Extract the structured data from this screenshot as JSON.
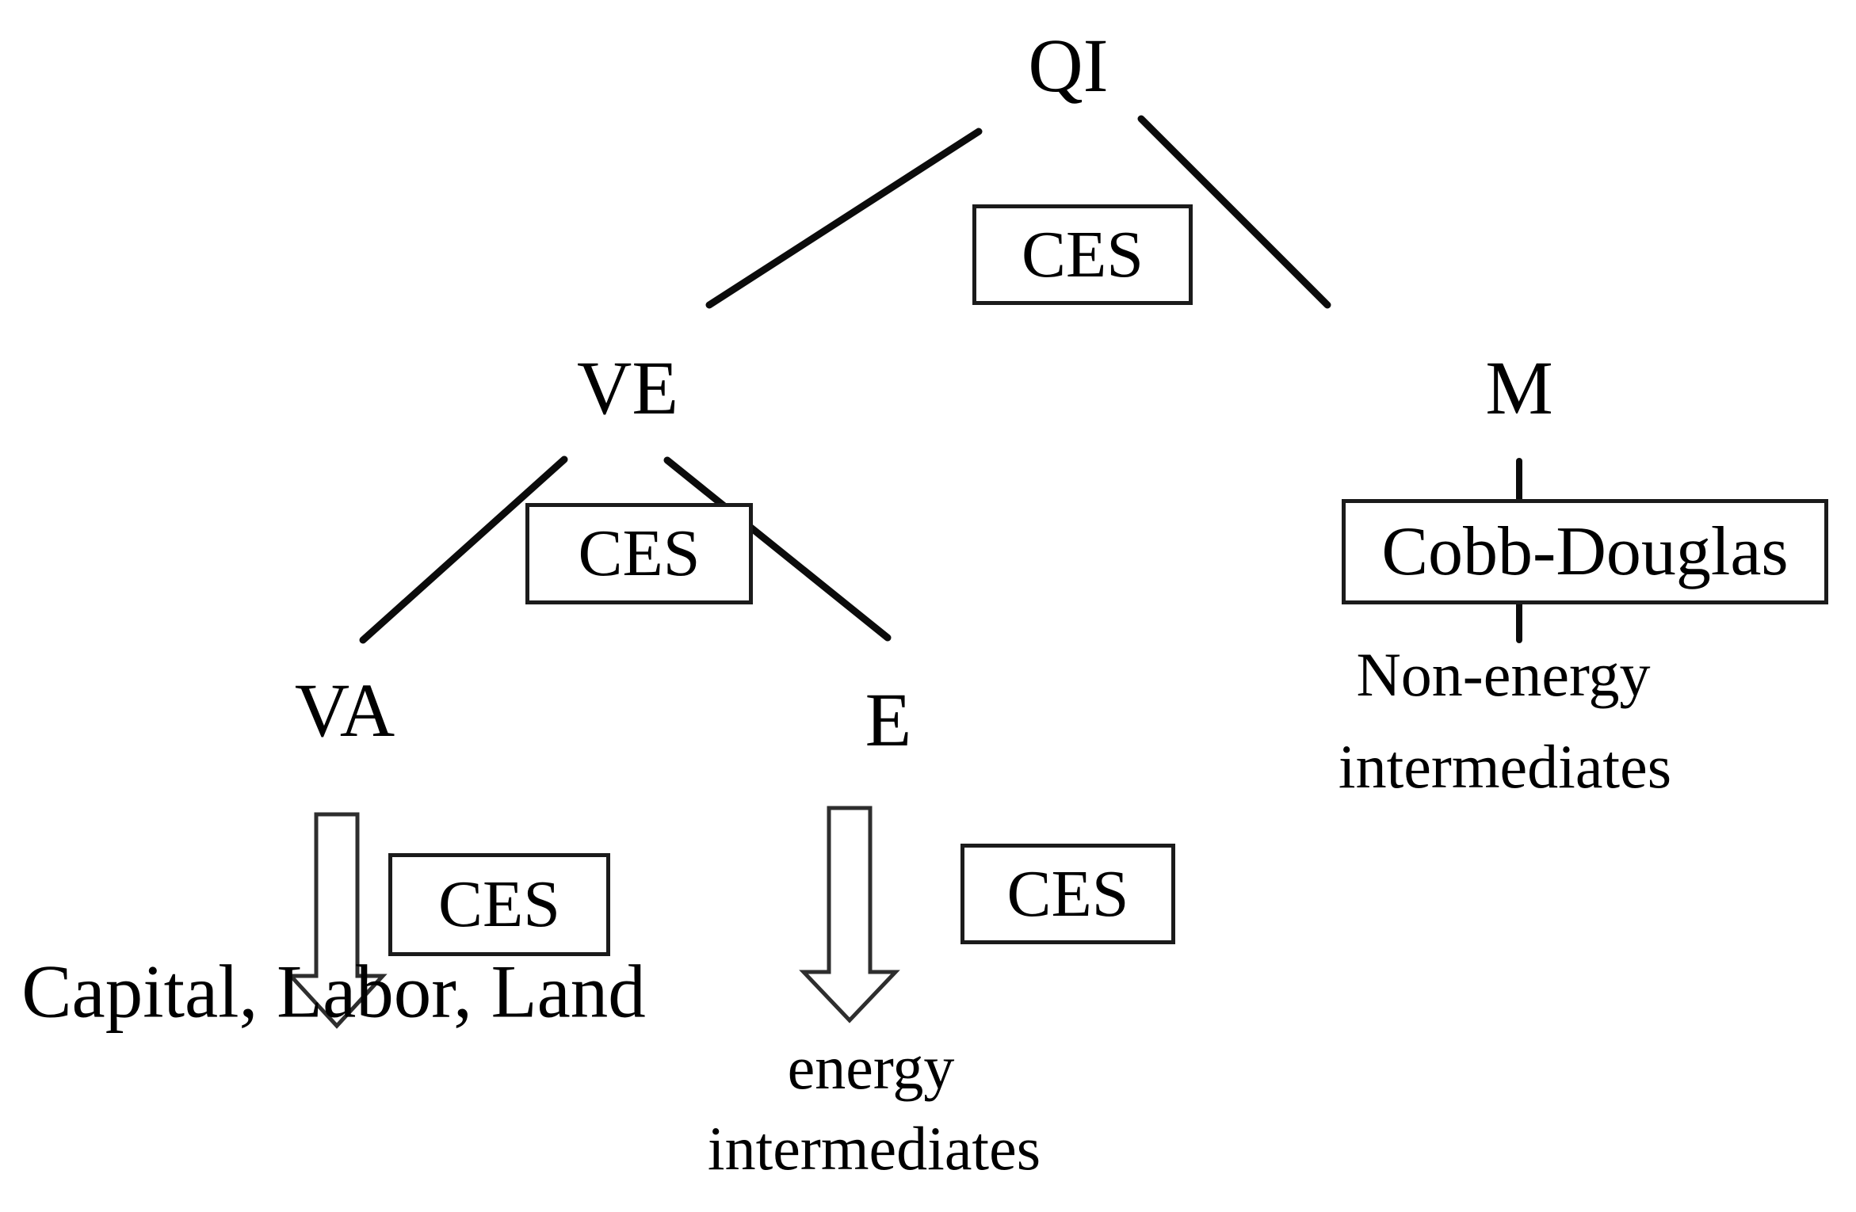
{
  "diagram": {
    "description": "Production nesting tree of a CGE model sector",
    "nodes": {
      "qi": {
        "label": "QI"
      },
      "ve": {
        "label": "VE"
      },
      "m": {
        "label": "M"
      },
      "va": {
        "label": "VA"
      },
      "e": {
        "label": "E"
      }
    },
    "boxes": {
      "ces_top": {
        "label": "CES"
      },
      "ces_ve": {
        "label": "CES"
      },
      "ces_va": {
        "label": "CES"
      },
      "ces_e": {
        "label": "CES"
      },
      "cobb_douglas": {
        "label": "Cobb-Douglas"
      }
    },
    "leaves": {
      "capital_labor_land": {
        "label": "Capital, Labor, Land"
      },
      "energy_intermediates": {
        "line1": "energy",
        "line2": "intermediates"
      },
      "non_energy_intermediates": {
        "line1": "Non-energy",
        "line2": "intermediates"
      }
    },
    "edges": [
      {
        "from": "QI",
        "to": "VE",
        "via": "CES"
      },
      {
        "from": "QI",
        "to": "M",
        "via": "CES"
      },
      {
        "from": "VE",
        "to": "VA",
        "via": "CES"
      },
      {
        "from": "VE",
        "to": "E",
        "via": "CES"
      },
      {
        "from": "M",
        "to": "Non-energy intermediates",
        "via": "Cobb-Douglas"
      },
      {
        "from": "VA",
        "to": "Capital, Labor, Land",
        "via": "CES"
      },
      {
        "from": "E",
        "to": "energy intermediates",
        "via": "CES"
      }
    ],
    "colors": {
      "background": "#ffffff",
      "text": "#000000",
      "line": "#0b0b0b",
      "box_border": "#1b1b1b",
      "arrow_outline": "#2e2e2e",
      "arrow_fill": "#ffffff"
    }
  }
}
